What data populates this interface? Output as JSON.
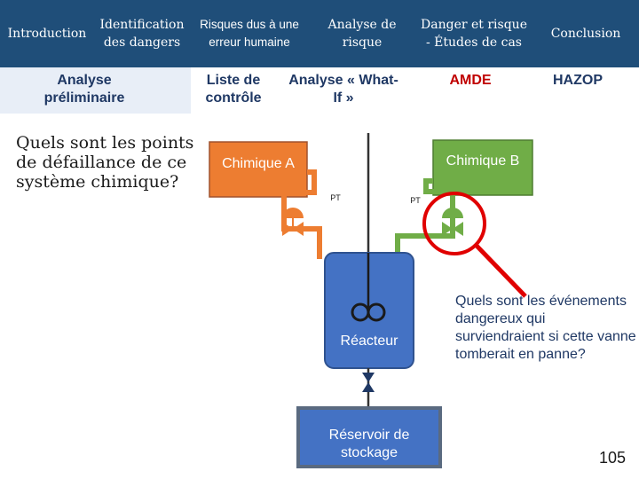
{
  "top_nav": {
    "items": [
      {
        "label": "Introduction"
      },
      {
        "label": "Identification des dangers"
      },
      {
        "label": "Risques dus à une erreur humaine"
      },
      {
        "label": "Analyse de risque"
      },
      {
        "label": "Danger et risque - Études de cas"
      },
      {
        "label": "Conclusion"
      }
    ]
  },
  "sub_nav": {
    "items": [
      {
        "label": "Analyse préliminaire"
      },
      {
        "label": "Liste de contrôle"
      },
      {
        "label": "Analyse « What-If »"
      },
      {
        "label": "AMDE"
      },
      {
        "label": "HAZOP"
      }
    ]
  },
  "question": "Quels sont les points de défaillance de ce système chimique?",
  "diagram": {
    "chem_a": "Chimique A",
    "chem_b": "Chimique B",
    "pt_a": "PT",
    "pt_b": "PT",
    "reactor": "Réacteur",
    "storage": "Réservoir de stockage"
  },
  "callout": "Quels sont les événements dangereux qui surviendraient si cette vanne tomberait en panne?",
  "page_number": "105",
  "colors": {
    "nav_bg": "#1f4e79",
    "orange": "#ed7d31",
    "green": "#70ad47",
    "reactor": "#4472c4",
    "highlight": "#e00000"
  }
}
